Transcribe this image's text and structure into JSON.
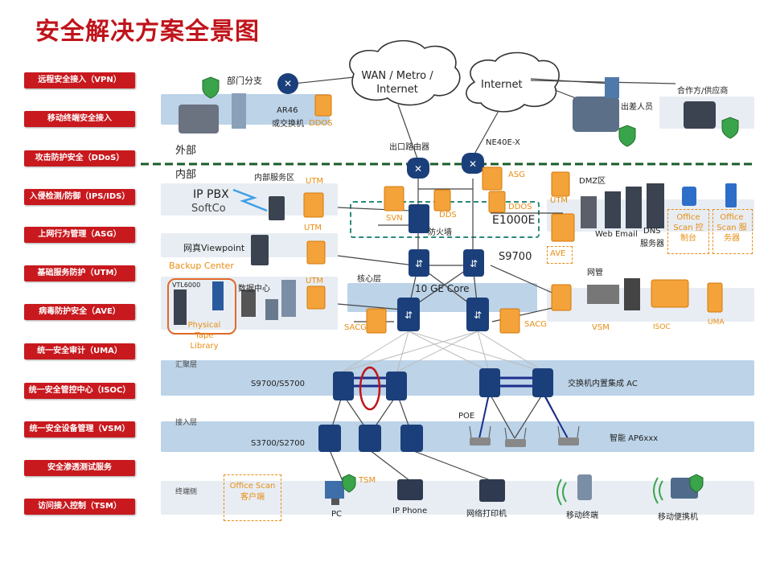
{
  "title": "安全解决方案全景图",
  "left_menu": [
    "远程安全接入（VPN）",
    "移动终端安全接入",
    "攻击防护安全（DDoS）",
    "入侵检测/防御（IPS/IDS）",
    "上网行为管理（ASG）",
    "基础服务防护（UTM）",
    "病毒防护安全（AVE）",
    "统一安全审计（UMA）",
    "统一安全管控中心（ISOC）",
    "统一安全设备管理（VSM）",
    "安全渗透测试服务",
    "访问接入控制（TSM）"
  ],
  "labels": {
    "branch": "部门分支",
    "ar46": "AR46",
    "or_switch": "或交换机",
    "ddos1": "DDOS",
    "outside": "外部",
    "inside": "内部",
    "wan": "WAN / Metro / Internet",
    "internet": "Internet",
    "travel": "出差人员",
    "partner": "合作方/供应商",
    "exit_router": "出口路由器",
    "ne40e": "NE40E-X",
    "internal_zone": "内部服务区",
    "utm": "UTM",
    "ip_pbx": "IP PBX",
    "softco": "SoftCo",
    "svn": "SVN",
    "dds": "DDS",
    "asg": "ASG",
    "ddos2": "DDOS",
    "e1000e": "E1000E",
    "firewall": "防火墙",
    "dmz": "DMZ区",
    "web_email": "Web Email",
    "dns": "DNS",
    "dns_server": "服务器",
    "office_scan_console": "Office Scan 控制台",
    "office_scan_server": "Office Scan 服务器",
    "fax": "网真Viewpoint",
    "backup": "Backup Center",
    "s9700": "S9700",
    "ave": "AVE",
    "netmgmt": "网管",
    "vtl": "VTL6000",
    "datacenter": "数据中心",
    "core_layer": "核心层",
    "core": "10 GE  Core",
    "ptl": "Physical Tape Library",
    "sacg": "SACG",
    "vsm": "VSM",
    "isoc": "ISOC",
    "uma": "UMA",
    "agg_layer": "汇聚层",
    "s9700_s5700": "S9700/S5700",
    "switch_ac": "交换机内置集成 AC",
    "poe": "POE",
    "access_layer": "接入层",
    "s3700": "S3700/S2700",
    "ap": "智能 AP6xxx",
    "terminal": "终端侧",
    "tsm": "TSM",
    "office_scan_client": "Office Scan 客户端",
    "pc": "PC",
    "ip_phone": "IP Phone",
    "printer": "网络打印机",
    "mobile_terminal": "移动终端",
    "mobile_laptop": "移动便携机"
  },
  "colors": {
    "title": "#c0141b",
    "menu": "#c8191e",
    "band": "#bcd3e8",
    "accent": "#e88d12"
  }
}
